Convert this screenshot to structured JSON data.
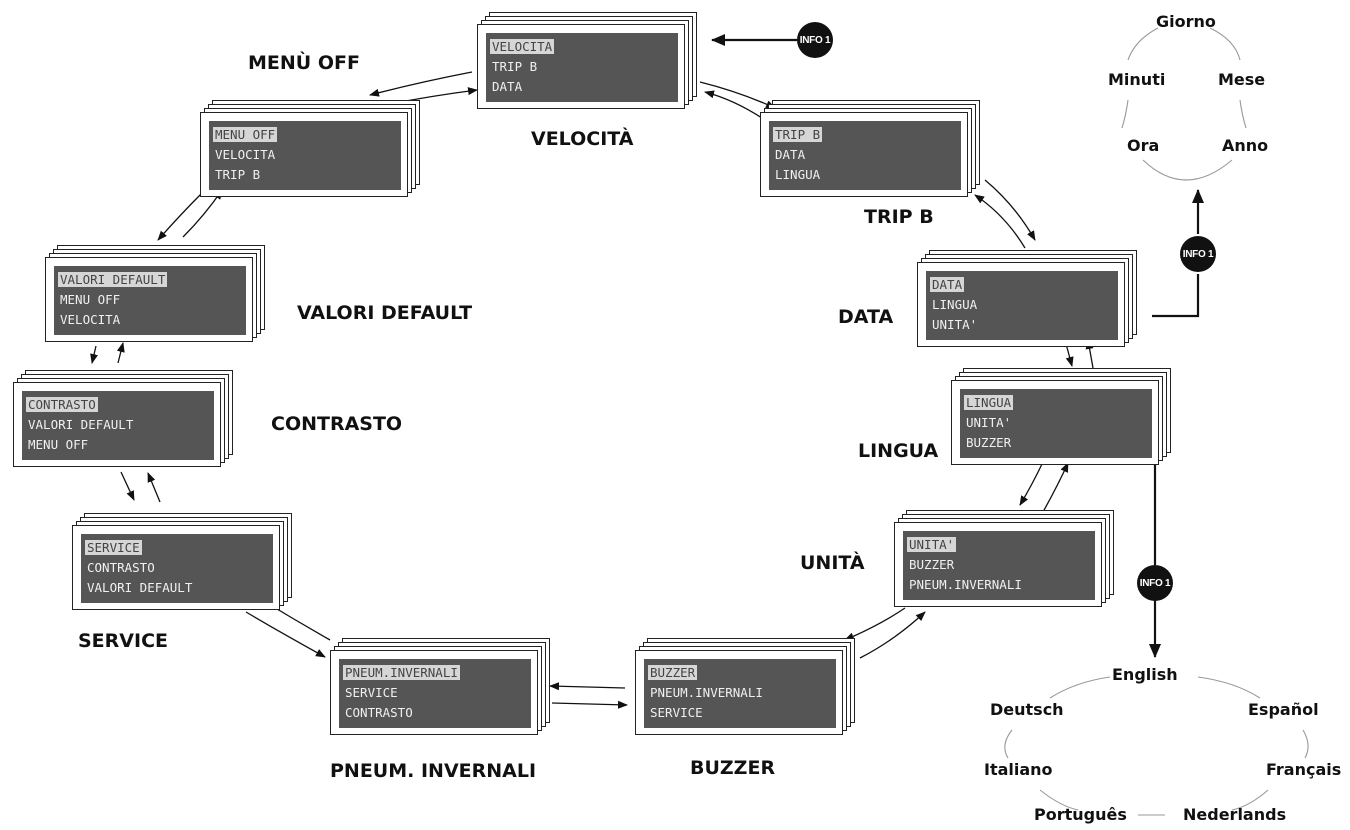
{
  "info_button": "INFO 1",
  "screens": {
    "velocita": {
      "title": "VELOCITÀ",
      "rows": [
        "VELOCITA",
        "TRIP B",
        "DATA"
      ]
    },
    "trip_b": {
      "title": "TRIP B",
      "rows": [
        "TRIP B",
        "DATA",
        "LINGUA"
      ]
    },
    "data": {
      "title": "DATA",
      "rows": [
        "DATA",
        "LINGUA",
        "UNITA'"
      ]
    },
    "lingua": {
      "title": "LINGUA",
      "rows": [
        "LINGUA",
        "UNITA'",
        "BUZZER"
      ]
    },
    "unita": {
      "title": "UNITÀ",
      "rows": [
        "UNITA'",
        "BUZZER",
        "PNEUM.INVERNALI"
      ]
    },
    "buzzer": {
      "title": "BUZZER",
      "rows": [
        "BUZZER",
        "PNEUM.INVERNALI",
        "SERVICE"
      ]
    },
    "pneum": {
      "title": "PNEUM. INVERNALI",
      "rows": [
        "PNEUM.INVERNALI",
        "SERVICE",
        "CONTRASTO"
      ]
    },
    "service": {
      "title": "SERVICE",
      "rows": [
        "SERVICE",
        "CONTRASTO",
        "VALORI DEFAULT"
      ]
    },
    "contrasto": {
      "title": "CONTRASTO",
      "rows": [
        "CONTRASTO",
        "VALORI DEFAULT",
        "MENU OFF"
      ]
    },
    "valori": {
      "title": "VALORI DEFAULT",
      "rows": [
        "VALORI DEFAULT",
        "MENU OFF",
        "VELOCITA"
      ]
    },
    "menu_off": {
      "title": "MENÙ OFF",
      "rows": [
        "MENU OFF",
        "VELOCITA",
        "TRIP B"
      ]
    }
  },
  "date_cycle": [
    "Giorno",
    "Mese",
    "Anno",
    "Ora",
    "Minuti"
  ],
  "language_cycle": [
    "English",
    "Español",
    "Français",
    "Nederlands",
    "Português",
    "Italiano",
    "Deutsch"
  ]
}
